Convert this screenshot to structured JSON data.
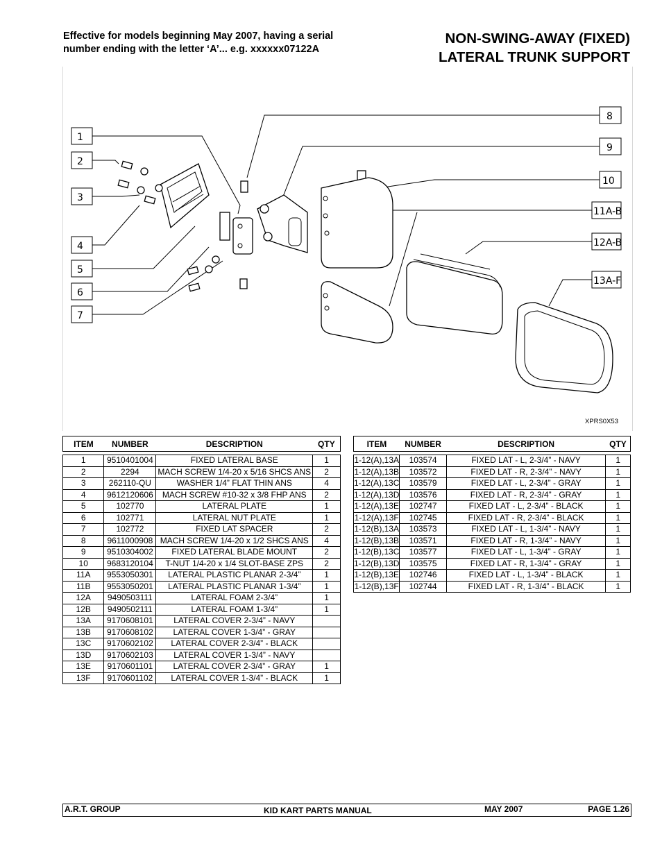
{
  "header": {
    "effective_line1": "Effective for models beginning May 2007, having a serial",
    "effective_line2": "number ending with the letter ‘A’... e.g. xxxxxx07122A",
    "title_line1": "NON-SWING-AWAY (FIXED)",
    "title_line2": "LATERAL TRUNK SUPPORT"
  },
  "diagram": {
    "drawing_id": "XPRS0X53",
    "callouts": [
      "1",
      "2",
      "3",
      "4",
      "5",
      "6",
      "7",
      "8",
      "9",
      "10",
      "11A-B",
      "12A-B",
      "13A-F"
    ]
  },
  "parts_table": {
    "columns": [
      "ITEM",
      "NUMBER",
      "DESCRIPTION",
      "QTY"
    ],
    "rows": [
      [
        "1",
        "9510401004",
        "FIXED LATERAL BASE",
        "1"
      ],
      [
        "2",
        "2294",
        "MACH SCREW 1/4-20 x 5/16 SHCS ANS",
        "2"
      ],
      [
        "3",
        "262110-QU",
        "WASHER 1/4” FLAT THIN ANS",
        "4"
      ],
      [
        "4",
        "9612120606",
        "MACH SCREW #10-32 x 3/8 FHP ANS",
        "2"
      ],
      [
        "5",
        "102770",
        "LATERAL PLATE",
        "1"
      ],
      [
        "6",
        "102771",
        "LATERAL NUT PLATE",
        "1"
      ],
      [
        "7",
        "102772",
        "FIXED LAT SPACER",
        "2"
      ],
      [
        "8",
        "9611000908",
        "MACH SCREW 1/4-20 x 1/2 SHCS ANS",
        "4"
      ],
      [
        "9",
        "9510304002",
        "FIXED LATERAL BLADE MOUNT",
        "2"
      ],
      [
        "10",
        "9683120104",
        "T-NUT 1/4-20 x 1/4 SLOT-BASE ZPS",
        "2"
      ],
      [
        "11A",
        "9553050301",
        "LATERAL PLASTIC PLANAR  2-3/4”",
        "1"
      ],
      [
        "11B",
        "9553050201",
        "LATERAL PLASTIC PLANAR  1-3/4”",
        "1"
      ],
      [
        "12A",
        "9490503111",
        "LATERAL FOAM  2-3/4”",
        "1"
      ],
      [
        "12B",
        "9490502111",
        "LATERAL FOAM  1-3/4”",
        "1"
      ],
      [
        "13A",
        "9170608101",
        "LATERAL COVER 2-3/4” - NAVY",
        ""
      ],
      [
        "13B",
        "9170608102",
        "LATERAL COVER 1-3/4” - GRAY",
        ""
      ],
      [
        "13C",
        "9170602102",
        "LATERAL COVER 2-3/4” - BLACK",
        ""
      ],
      [
        "13D",
        "9170602103",
        "LATERAL COVER 1-3/4” - NAVY",
        ""
      ],
      [
        "13E",
        "9170601101",
        "LATERAL COVER 2-3/4” - GRAY",
        "1"
      ],
      [
        "13F",
        "9170601102",
        "LATERAL COVER 1-3/4” - BLACK",
        "1"
      ]
    ]
  },
  "assembly_table": {
    "columns": [
      "ITEM",
      "NUMBER",
      "DESCRIPTION",
      "QTY"
    ],
    "rows": [
      [
        "1-12(A),13A",
        "103574",
        "FIXED LAT - L, 2-3/4” - NAVY",
        "1"
      ],
      [
        "1-12(A),13B",
        "103572",
        "FIXED LAT - R, 2-3/4” - NAVY",
        "1"
      ],
      [
        "1-12(A),13C",
        "103579",
        "FIXED LAT - L, 2-3/4” - GRAY",
        "1"
      ],
      [
        "1-12(A),13D",
        "103576",
        "FIXED LAT - R, 2-3/4” - GRAY",
        "1"
      ],
      [
        "1-12(A),13E",
        "102747",
        "FIXED LAT - L, 2-3/4” - BLACK",
        "1"
      ],
      [
        "1-12(A),13F",
        "102745",
        "FIXED LAT - R, 2-3/4” - BLACK",
        "1"
      ],
      [
        "1-12(B),13A",
        "103573",
        "FIXED LAT - L, 1-3/4” - NAVY",
        "1"
      ],
      [
        "1-12(B),13B",
        "103571",
        "FIXED LAT - R, 1-3/4” - NAVY",
        "1"
      ],
      [
        "1-12(B),13C",
        "103577",
        "FIXED LAT - L, 1-3/4” - GRAY",
        "1"
      ],
      [
        "1-12(B),13D",
        "103575",
        "FIXED LAT - R, 1-3/4” - GRAY",
        "1"
      ],
      [
        "1-12(B),13E",
        "102746",
        "FIXED LAT - L, 1-3/4” - BLACK",
        "1"
      ],
      [
        "1-12(B),13F",
        "102744",
        "FIXED LAT - R, 1-3/4” - BLACK",
        "1"
      ]
    ]
  },
  "footer": {
    "company": "A.R.T. GROUP",
    "manual": "KID KART PARTS MANUAL",
    "date": "MAY 2007",
    "page": "PAGE  1.26"
  }
}
